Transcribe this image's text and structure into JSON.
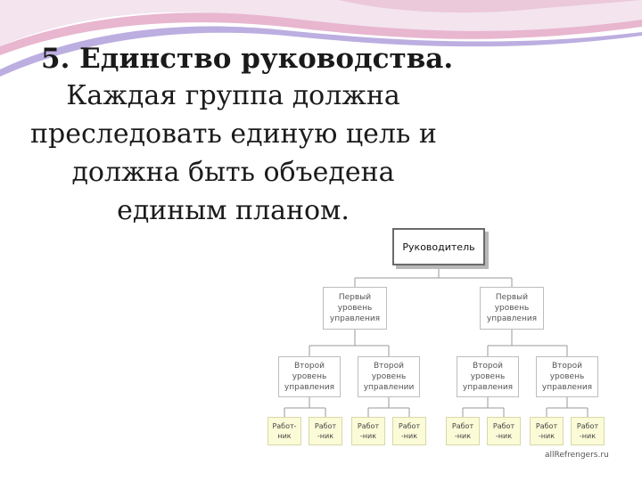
{
  "slide": {
    "title": "5. Единство руководства.",
    "body_lines": [
      "Каждая группа должна",
      "преследовать единую цель и",
      "должна быть объедена",
      "единым планом."
    ]
  },
  "org_chart": {
    "leader": "Руководитель",
    "level1": [
      "Первый\nуровень\nуправления",
      "Первый\nуровень\nуправления"
    ],
    "level2": [
      "Второй\nуровень\nуправления",
      "Второй\nуровень\nуправлении",
      "Второй\nуровень\nуправления",
      "Второй\nуровень\nуправления"
    ],
    "workers": [
      "Работ-\nник",
      "Работ\n-ник",
      "Работ\n-ник",
      "Работ\n-ник",
      "Работ\n-ник",
      "Работ\n-ник",
      "Работ\n-ник",
      "Работ\n-ник"
    ]
  },
  "watermark": "allRefrengers.ru",
  "colors": {
    "decor_pink": "#e8b6cf",
    "decor_violet": "#bcaee0",
    "decor_light": "#f3e4ee",
    "worker_fill": "#fbfbd8"
  }
}
